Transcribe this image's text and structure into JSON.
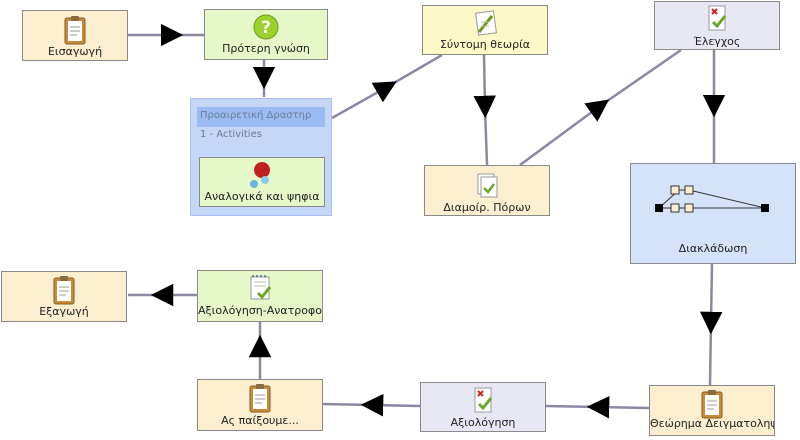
{
  "nodes": {
    "intro": {
      "label": "Εισαγωγή",
      "icon": "clipboard-icon"
    },
    "prior": {
      "label": "Πρότερη γνώση",
      "icon": "question-icon"
    },
    "theory": {
      "label": "Σύντομη θεωρία",
      "icon": "pencil-note-icon"
    },
    "check": {
      "label": "Έλεγχος",
      "icon": "checkmark-document-icon"
    },
    "optional": {
      "title": "Προαιρετική Δραστηρ",
      "subtitle": "1 - Activities",
      "child_label": "Αναλογικά και ψηφια",
      "child_icon": "molecule-icon"
    },
    "resources": {
      "label": "Διαμοίρ. Πόρων",
      "icon": "shared-resources-icon"
    },
    "branch": {
      "label": "Διακλάδωση",
      "icon": "branching-icon"
    },
    "export": {
      "label": "Εξαγωγή",
      "icon": "clipboard-icon"
    },
    "feedback": {
      "label": "Αξιολόγηση-Ανατροφο",
      "icon": "notepad-check-icon"
    },
    "play": {
      "label": "Ας παίξουμε...",
      "icon": "clipboard-icon"
    },
    "assess": {
      "label": "Αξιολόγηση",
      "icon": "checkmark-document-icon"
    },
    "sampling": {
      "label": "Θεώρημα Δειγματοληψί",
      "icon": "clipboard-icon"
    }
  },
  "colors": {
    "orange": "#fcefcf",
    "green": "#e6f7c8",
    "yellow": "#fcf8c8",
    "lavender": "#e8e8f4",
    "blue": "#d4e2fa",
    "edge": "#8d87a3"
  }
}
